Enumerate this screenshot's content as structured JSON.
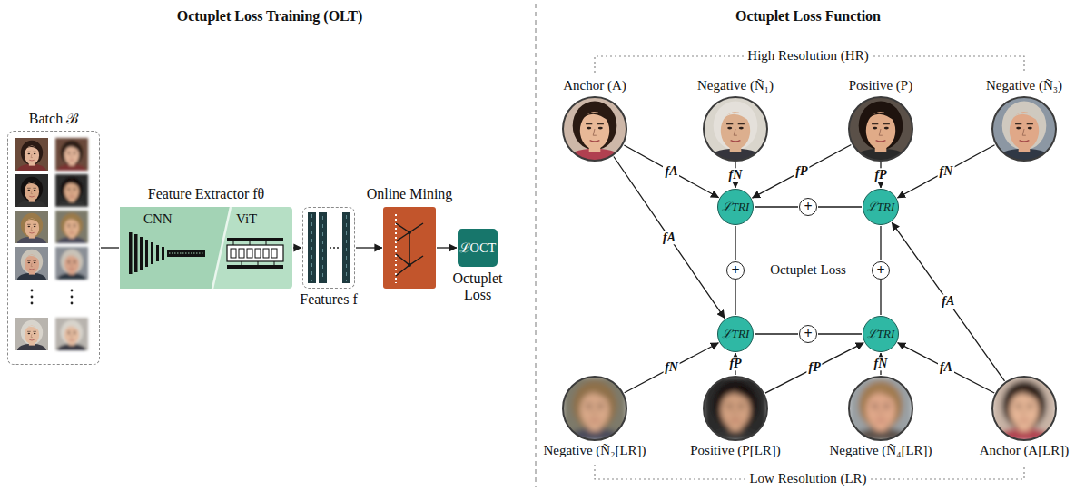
{
  "diagram": {
    "nodes": [
      {
        "text": [
          "Batch ℬ"
        ]
      },
      {
        "text": [
          "Feature Extractor fθ",
          "CNN",
          "ViT"
        ]
      },
      {
        "text": [
          "Features f"
        ]
      },
      {
        "text": [
          "Online Mining"
        ]
      },
      {
        "text": [
          "ℒOCT",
          "Octuplet Loss"
        ]
      },
      {
        "text": [
          "Anchor (A)"
        ]
      },
      {
        "text": [
          "Negative (Ñ₁)"
        ]
      },
      {
        "text": [
          "Positive (P)"
        ]
      },
      {
        "text": [
          "Negative (Ñ₃)"
        ]
      },
      {
        "text": [
          "ℒTRI"
        ]
      },
      {
        "text": [
          "ℒTRI"
        ]
      },
      {
        "text": [
          "ℒTRI"
        ]
      },
      {
        "text": [
          "ℒTRI"
        ]
      },
      {
        "text": [
          "+"
        ]
      },
      {
        "text": [
          "+"
        ]
      },
      {
        "text": [
          "+"
        ]
      },
      {
        "text": [
          "+"
        ]
      },
      {
        "text": [
          "Negative (Ñ₂[LR])"
        ]
      },
      {
        "text": [
          "Positive (P[LR])"
        ]
      },
      {
        "text": [
          "Negative (Ñ₄[LR])"
        ]
      },
      {
        "text": [
          "Anchor (A[LR])"
        ]
      }
    ],
    "edges": [
      {
        "from": 0,
        "to": 1,
        "arrow": "none"
      },
      {
        "from": 1,
        "to": 2,
        "arrow": "to"
      },
      {
        "from": 2,
        "to": 3,
        "arrow": "to"
      },
      {
        "from": 3,
        "to": 4,
        "arrow": "to"
      },
      {
        "from": 5,
        "to": 9,
        "label": "fA",
        "arrow": "to"
      },
      {
        "from": 5,
        "to": 11,
        "label": "fA",
        "arrow": "to"
      },
      {
        "from": 6,
        "to": 9,
        "label": "fN",
        "arrow": "to"
      },
      {
        "from": 7,
        "to": 9,
        "label": "fP",
        "arrow": "to"
      },
      {
        "from": 7,
        "to": 10,
        "label": "fP",
        "arrow": "to"
      },
      {
        "from": 8,
        "to": 10,
        "label": "fN",
        "arrow": "to"
      },
      {
        "from": 17,
        "to": 11,
        "label": "fN",
        "arrow": "to"
      },
      {
        "from": 18,
        "to": 11,
        "label": "fP",
        "arrow": "to"
      },
      {
        "from": 18,
        "to": 12,
        "label": "fP",
        "arrow": "to"
      },
      {
        "from": 19,
        "to": 12,
        "label": "fN",
        "arrow": "to"
      },
      {
        "from": 20,
        "to": 10,
        "label": "fA",
        "arrow": "to"
      },
      {
        "from": 20,
        "to": 12,
        "label": "fA",
        "arrow": "to"
      },
      {
        "from": 9,
        "to": 13,
        "arrow": "none"
      },
      {
        "from": 13,
        "to": 10,
        "arrow": "none"
      },
      {
        "from": 9,
        "to": 14,
        "arrow": "none"
      },
      {
        "from": 14,
        "to": 11,
        "arrow": "none"
      },
      {
        "from": 10,
        "to": 15,
        "arrow": "none"
      },
      {
        "from": 15,
        "to": 12,
        "arrow": "none"
      },
      {
        "from": 11,
        "to": 16,
        "arrow": "none"
      },
      {
        "from": 16,
        "to": 12,
        "arrow": "none"
      }
    ],
    "labels": [
      "Octuplet Loss Training (OLT)",
      "Octuplet Loss Function",
      "High Resolution (HR)",
      "Low Resolution (LR)",
      "Octuplet Loss"
    ]
  }
}
